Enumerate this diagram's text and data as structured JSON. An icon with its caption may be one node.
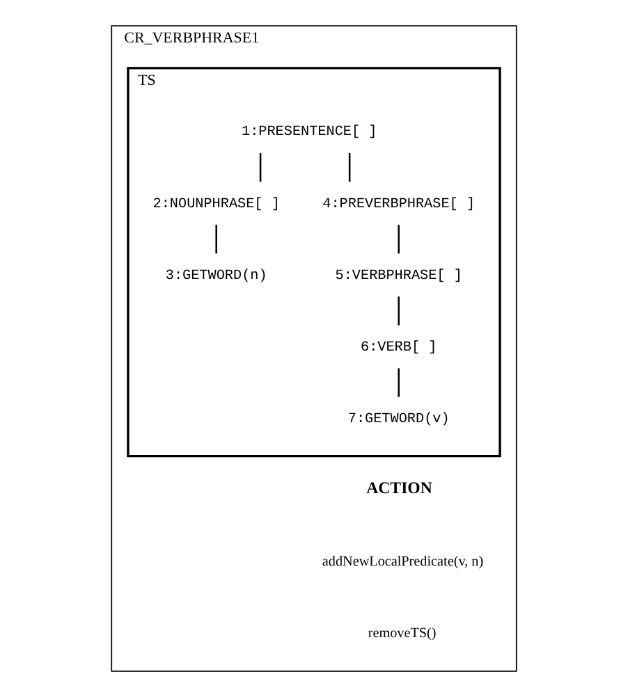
{
  "diagram": {
    "nodes": [
      {
        "text": [
          "CR_VERBPHRASE1"
        ]
      },
      {
        "text": [
          "TS"
        ],
        "in": 0
      },
      {
        "text": [
          "1:PRESENTENCE[ ]"
        ],
        "in": 1
      },
      {
        "text": [
          "2:NOUNPHRASE[ ]"
        ],
        "in": 1
      },
      {
        "text": [
          "3:GETWORD(n)"
        ],
        "in": 1
      },
      {
        "text": [
          "4:PREVERBPHRASE[ ]"
        ],
        "in": 1
      },
      {
        "text": [
          "5:VERBPHRASE[ ]"
        ],
        "in": 1
      },
      {
        "text": [
          "6:VERB[ ]"
        ],
        "in": 1
      },
      {
        "text": [
          "7:GETWORD(v)"
        ],
        "in": 1
      }
    ],
    "edges": [
      {
        "from": 2,
        "to": 3,
        "arrow": "none"
      },
      {
        "from": 2,
        "to": 5,
        "arrow": "none"
      },
      {
        "from": 3,
        "to": 4,
        "arrow": "none"
      },
      {
        "from": 5,
        "to": 6,
        "arrow": "none"
      },
      {
        "from": 6,
        "to": 7,
        "arrow": "none"
      },
      {
        "from": 7,
        "to": 8,
        "arrow": "none"
      }
    ],
    "labels": [
      "ACTION",
      "addNewLocalPredicate(v, n)",
      "removeTS()"
    ]
  }
}
